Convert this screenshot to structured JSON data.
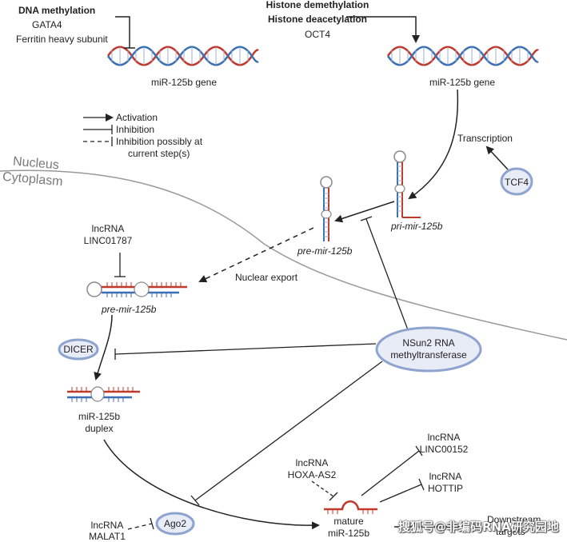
{
  "top_left": {
    "lines": [
      "DNA methylation",
      "GATA4",
      "Ferritin heavy subunit"
    ],
    "gene_label": "miR-125b gene"
  },
  "top_right": {
    "lines": [
      "Histone demethylation",
      "Histone deacetylation",
      "OCT4"
    ],
    "gene_label": "miR-125b gene"
  },
  "legend": {
    "activation": "Activation",
    "inhibition": "Inhibition",
    "possible_line1": "Inhibition possibly at",
    "possible_line2": "current step(s)"
  },
  "compartments": {
    "nucleus": "Nucleus",
    "cytoplasm": "Cytoplasm"
  },
  "transcription": {
    "label": "Transcription",
    "factor": "TCF4"
  },
  "pri_mir": {
    "label": "pri-mir-125b"
  },
  "pre_mir_nuclear": {
    "label": "pre-mir-125b"
  },
  "pre_mir_cyto": {
    "label": "pre-mir-125b"
  },
  "nuclear_export": "Nuclear export",
  "linc01787": {
    "line1": "lncRNA",
    "line2": "LINC01787"
  },
  "dicer": "DICER",
  "nsun2": {
    "line1": "NSun2 RNA",
    "line2": "methyltransferase"
  },
  "duplex": {
    "line1": "miR-125b",
    "line2": "duplex"
  },
  "hoxa": {
    "line1": "lncRNA",
    "line2": "HOXA-AS2"
  },
  "mature": {
    "line1": "mature",
    "line2": "miR-125b"
  },
  "linc00152": {
    "line1": "lncRNA",
    "line2": "LINC00152"
  },
  "hottip": {
    "line1": "lncRNA",
    "line2": "HOTTIP"
  },
  "downstream": {
    "line1": "Downstream",
    "line2": "targets"
  },
  "ago2": "Ago2",
  "malat1": {
    "line1": "lncRNA",
    "line2": "MALAT1"
  },
  "watermark": "搜狐号@非编码RNA研究园地",
  "colors": {
    "red_strand": "#c0392b",
    "blue_strand": "#3d6fb5",
    "oval_border": "#8fa3cf",
    "oval_fill": "#e7ecf7",
    "membrane": "#999999"
  }
}
